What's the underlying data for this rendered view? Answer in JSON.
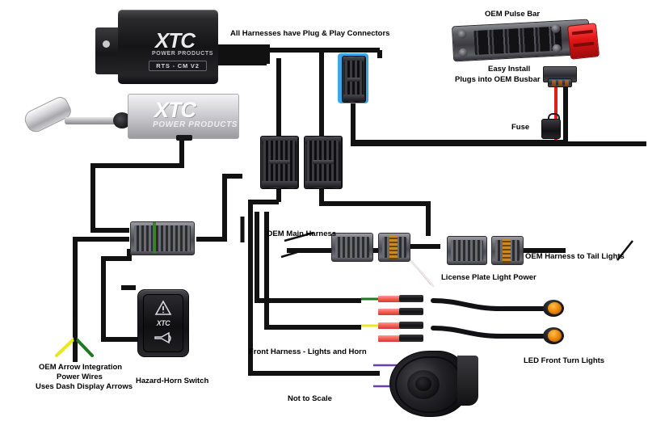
{
  "diagram": {
    "title_note": "All Harnesses have Plug & Play Connectors",
    "scale_note": "Not to Scale",
    "brand": "XTC",
    "brand_sub": "POWER PRODUCTS",
    "module_part": "RTS - CM V2"
  },
  "labels": {
    "all_harnesses": "All Harnesses have Plug & Play Connectors",
    "oem_pulse_bar": "OEM Pulse Bar",
    "easy_install_line1": "Easy Install",
    "easy_install_line2": "Plugs into OEM Busbar",
    "fuse": "Fuse",
    "oem_main_harness": "OEM Main Harness",
    "oem_harness_tail": "OEM Harness to Tail Lights",
    "license_plate": "License Plate Light Power",
    "led_front_turn": "LED Front Turn Lights",
    "front_harness": "Front Harness - Lights and Horn",
    "not_to_scale": "Not to Scale",
    "hazard_horn_switch": "Hazard-Horn Switch",
    "oem_arrow_1": "OEM Arrow Integration",
    "oem_arrow_2": "Power Wires",
    "oem_arrow_3": "Uses Dash Display Arrows"
  },
  "components": {
    "control_module": {
      "name": "XTC RTS-CM V2 control module",
      "brand": "XTC",
      "brand_sub": "POWER PRODUCTS",
      "part": "RTS - CM V2"
    },
    "turn_lever": {
      "name": "Turn signal lever assembly",
      "brand": "XTC",
      "brand_sub": "POWER PRODUCTS"
    },
    "rocker_switch": {
      "name": "Hazard-Horn rocker switch",
      "brand": "XTC",
      "icon_top": "hazard-triangle",
      "icon_bottom": "horn"
    },
    "pulse_bar": {
      "name": "OEM Pulse Bar"
    },
    "busbar_plug": {
      "name": "OEM busbar pigtail plug"
    },
    "fuse_holder": {
      "name": "Inline blade fuse holder"
    },
    "horn": {
      "name": "Snail horn"
    },
    "led_lights": {
      "name": "LED front turn light pods",
      "count": 2
    }
  },
  "colors": {
    "wire_black": "#111111",
    "wire_red": "#e11b1b",
    "wire_green": "#1f7a1f",
    "wire_yellow": "#e8e81a",
    "wire_white": "#ffffff",
    "wire_purple": "#6a3fb5",
    "accent_blue": "#37a8e8",
    "connector_red": "#f2625a",
    "led_amber": "#ef8b09",
    "background": "#ffffff",
    "text": "#000000"
  },
  "wire_runs": [
    {
      "name": "module-to-blue-connector",
      "color": "#111111"
    },
    {
      "name": "module-to-main-plugs",
      "color": "#111111"
    },
    {
      "name": "pulse-bar-to-fuse",
      "color": "#e11b1b"
    },
    {
      "name": "fuse-to-module",
      "color": "#111111"
    },
    {
      "name": "lever-to-gray-connector",
      "color": "#111111"
    },
    {
      "name": "gray-connector-to-rocker",
      "color": "#111111"
    },
    {
      "name": "front-harness-green-turn",
      "color": "#1f7a1f"
    },
    {
      "name": "front-harness-yellow-turn",
      "color": "#e8e81a"
    },
    {
      "name": "horn-trigger-purple",
      "color": "#6a3fb5"
    },
    {
      "name": "oem-arrow-power-yellow",
      "color": "#e8e81a"
    },
    {
      "name": "oem-arrow-power-green",
      "color": "#1f7a1f"
    }
  ]
}
